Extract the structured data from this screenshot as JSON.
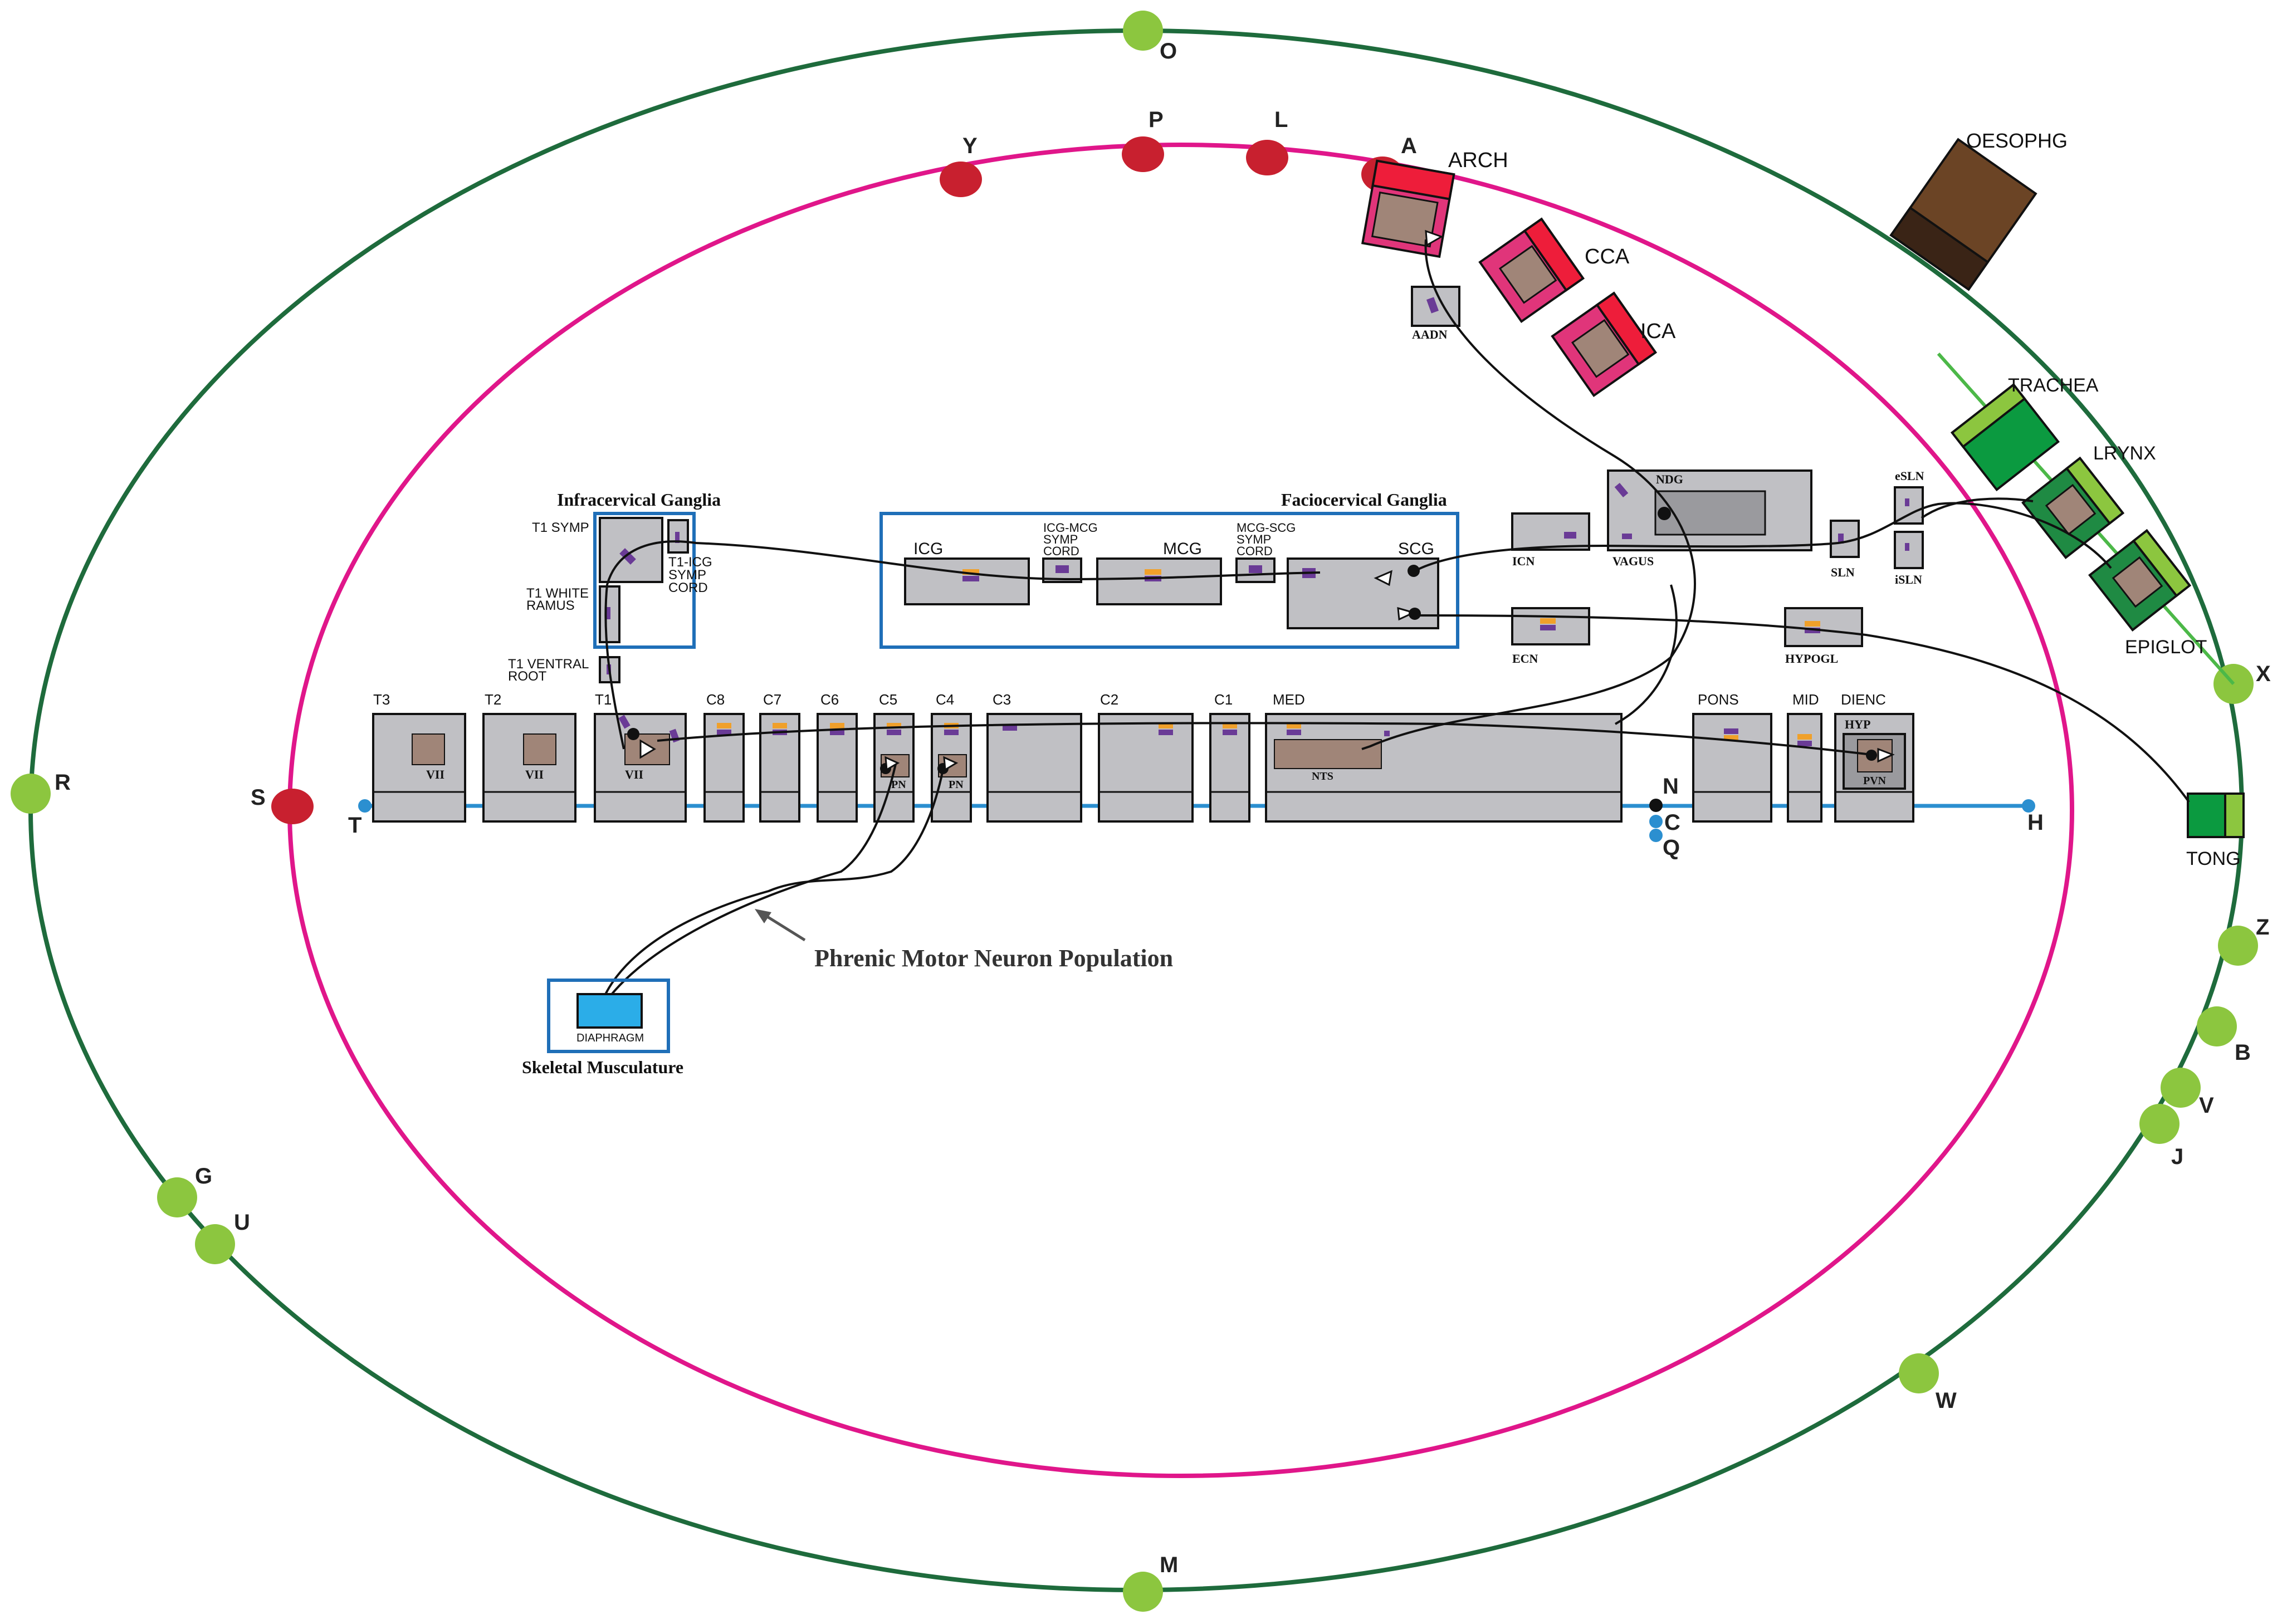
{
  "colors": {
    "outer_ring": "#1e6b3c",
    "inner_ring": "#e0168a",
    "green_node": "#8cc63f",
    "red_node": "#c8202f",
    "blue_axis": "#2b8fd0",
    "box_fill": "#c0c0c4",
    "box_inner": "#a08578",
    "group_outline": "#1f6fb8",
    "orange_mark": "#f0a02a",
    "purple_mark": "#6a3b96"
  },
  "outer_nodes": {
    "O": "O",
    "R": "R",
    "G": "G",
    "U": "U",
    "M": "M",
    "W": "W",
    "J": "J",
    "V": "V",
    "B": "B",
    "Z": "Z",
    "X": "X"
  },
  "inner_nodes": {
    "Y": "Y",
    "P": "P",
    "L": "L",
    "A": "A",
    "S": "S"
  },
  "axis_nodes": {
    "T": "T",
    "N": "N",
    "C": "C",
    "Q": "Q",
    "H": "H"
  },
  "vessels": {
    "arch": "ARCH",
    "cca": "CCA",
    "ica": "ICA",
    "aadn": "AADN"
  },
  "organs": {
    "oesophg": "OESOPHG",
    "trachea": "TRACHEA",
    "lrynx": "LRYNX",
    "epiglot": "EPIGLOT",
    "tong": "TONG"
  },
  "groups": {
    "infracervical": "Infracervical Ganglia",
    "faciocervical": "Faciocervical Ganglia",
    "skeletal": "Skeletal Musculature",
    "phrenic": "Phrenic Motor Neuron Population"
  },
  "infra": {
    "t1_symp": "T1 SYMP",
    "t1_icg_1": "T1-ICG",
    "t1_icg_2": "SYMP",
    "t1_icg_3": "CORD",
    "t1_white_1": "T1 WHITE",
    "t1_white_2": "RAMUS",
    "t1_ventral_1": "T1 VENTRAL",
    "t1_ventral_2": "ROOT"
  },
  "facio": {
    "icg": "ICG",
    "icg_mcg_1": "ICG-MCG",
    "icg_mcg_2": "SYMP",
    "icg_mcg_3": "CORD",
    "mcg": "MCG",
    "mcg_scg_1": "MCG-SCG",
    "mcg_scg_2": "SYMP",
    "mcg_scg_3": "CORD",
    "scg": "SCG"
  },
  "nerves": {
    "ndg": "NDG",
    "vagus": "VAGUS",
    "icn": "ICN",
    "ecn": "ECN",
    "sln": "SLN",
    "esln": "eSLN",
    "isln": "iSLN",
    "hypogl": "HYPOGL"
  },
  "cord": {
    "t3": "T3",
    "t2": "T2",
    "t1": "T1",
    "c8": "C8",
    "c7": "C7",
    "c6": "C6",
    "c5": "C5",
    "c4": "C4",
    "c3": "C3",
    "c2": "C2",
    "c1": "C1",
    "med": "MED",
    "pons": "PONS",
    "mid": "MID",
    "dienc": "DIENC",
    "vii": "VII",
    "pn": "PN",
    "nts": "NTS",
    "hyp": "HYP",
    "pvn": "PVN"
  },
  "diaphragm": "DIAPHRAGM"
}
